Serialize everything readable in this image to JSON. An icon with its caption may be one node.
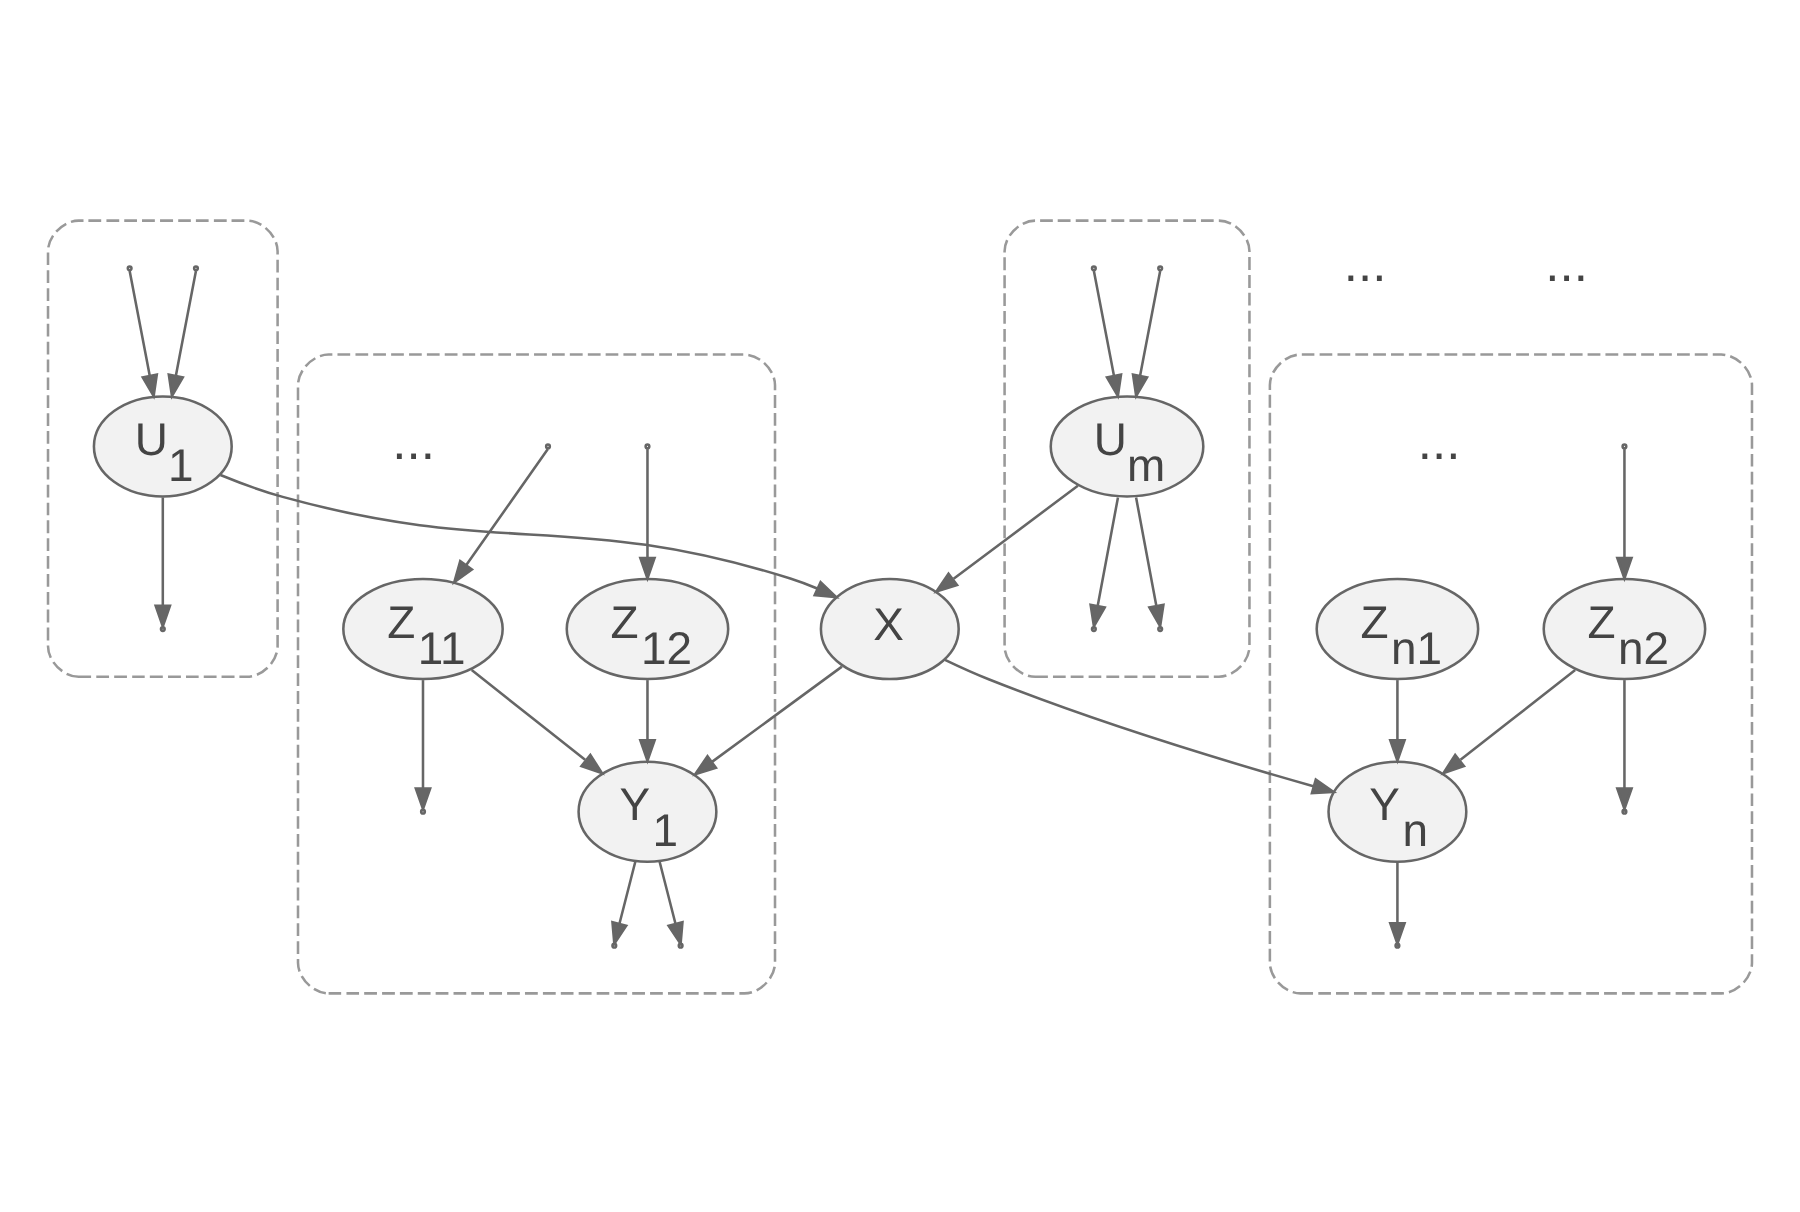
{
  "diagram": {
    "nodes": [
      {
        "text": [],
        "shape": "box"
      },
      {
        "text": [
          "U$_{1}$"
        ],
        "in": 0
      },
      {
        "text": [],
        "shape": "box"
      },
      {
        "text": [
          "U$_{m}$"
        ],
        "in": 2
      },
      {
        "text": [
          "X"
        ]
      },
      {
        "text": [],
        "shape": "box"
      },
      {
        "text": [
          "Z$_{11}$"
        ],
        "in": 5
      },
      {
        "text": [
          "Z$_{12}$"
        ],
        "in": 5
      },
      {
        "text": [
          "Y$_{1}$"
        ],
        "in": 5
      },
      {
        "text": [],
        "shape": "box"
      },
      {
        "text": [
          "Z$_{n1}$"
        ],
        "in": 9
      },
      {
        "text": [
          "Z$_{n2}$"
        ],
        "in": 9
      },
      {
        "text": [
          "Y$_{n}$"
        ],
        "in": 9
      }
    ],
    "edges": [
      {
        "from": 1,
        "to": null,
        "arrow": "to"
      },
      {
        "from": null,
        "to": 1,
        "arrow": "to"
      },
      {
        "from": null,
        "to": 1,
        "arrow": "to"
      },
      {
        "from": 3,
        "to": null,
        "arrow": "to"
      },
      {
        "from": 3,
        "to": null,
        "arrow": "to"
      },
      {
        "from": null,
        "to": 3,
        "arrow": "to"
      },
      {
        "from": null,
        "to": 3,
        "arrow": "to"
      },
      {
        "from": 1,
        "to": 4,
        "arrow": "to"
      },
      {
        "from": 3,
        "to": 4,
        "arrow": "to"
      },
      {
        "from": null,
        "to": 6,
        "arrow": "to"
      },
      {
        "from": 6,
        "to": null,
        "arrow": "to"
      },
      {
        "from": null,
        "to": 7,
        "arrow": "to"
      },
      {
        "from": 6,
        "to": 8,
        "arrow": "to"
      },
      {
        "from": 7,
        "to": 8,
        "arrow": "to"
      },
      {
        "from": 4,
        "to": 8,
        "arrow": "to"
      },
      {
        "from": 8,
        "to": null,
        "arrow": "to"
      },
      {
        "from": 8,
        "to": null,
        "arrow": "to"
      },
      {
        "from": 4,
        "to": 12,
        "arrow": "to"
      },
      {
        "from": 10,
        "to": 12,
        "arrow": "to"
      },
      {
        "from": 11,
        "to": 12,
        "arrow": "to"
      },
      {
        "from": null,
        "to": 11,
        "arrow": "to"
      },
      {
        "from": 11,
        "to": null,
        "arrow": "to"
      },
      {
        "from": 12,
        "to": null,
        "arrow": "to"
      }
    ],
    "labels": [
      "...",
      "...",
      "...",
      "..."
    ]
  }
}
